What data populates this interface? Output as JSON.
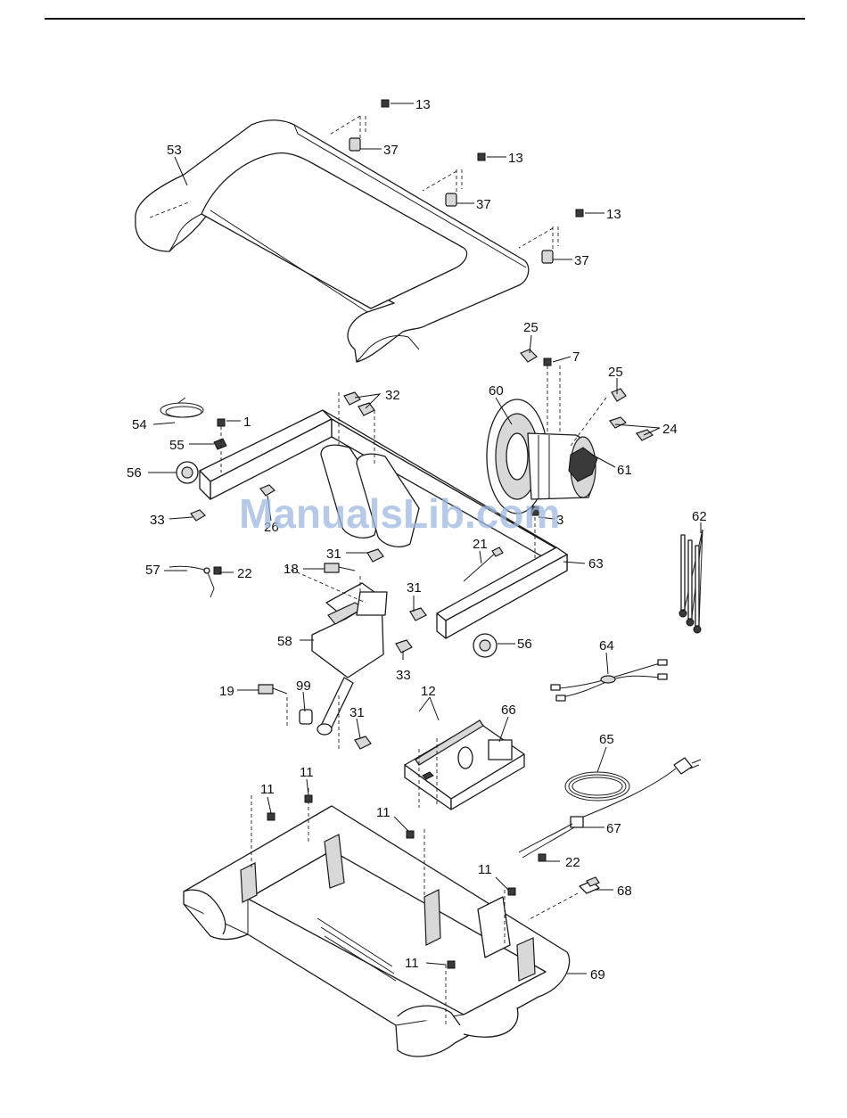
{
  "watermark": "ManualsLib.com",
  "callouts": [
    {
      "label": "13"
    },
    {
      "label": "37"
    },
    {
      "label": "13"
    },
    {
      "label": "37"
    },
    {
      "label": "13"
    },
    {
      "label": "37"
    },
    {
      "label": "53"
    },
    {
      "label": "25"
    },
    {
      "label": "7"
    },
    {
      "label": "25"
    },
    {
      "label": "60"
    },
    {
      "label": "24"
    },
    {
      "label": "61"
    },
    {
      "label": "32"
    },
    {
      "label": "1"
    },
    {
      "label": "54"
    },
    {
      "label": "55"
    },
    {
      "label": "56"
    },
    {
      "label": "33"
    },
    {
      "label": "26"
    },
    {
      "label": "3"
    },
    {
      "label": "62"
    },
    {
      "label": "21"
    },
    {
      "label": "63"
    },
    {
      "label": "31"
    },
    {
      "label": "57"
    },
    {
      "label": "22"
    },
    {
      "label": "18"
    },
    {
      "label": "31"
    },
    {
      "label": "58"
    },
    {
      "label": "56"
    },
    {
      "label": "33"
    },
    {
      "label": "64"
    },
    {
      "label": "19"
    },
    {
      "label": "99"
    },
    {
      "label": "31"
    },
    {
      "label": "12"
    },
    {
      "label": "66"
    },
    {
      "label": "65"
    },
    {
      "label": "11"
    },
    {
      "label": "11"
    },
    {
      "label": "11"
    },
    {
      "label": "67"
    },
    {
      "label": "22"
    },
    {
      "label": "11"
    },
    {
      "label": "68"
    },
    {
      "label": "11"
    },
    {
      "label": "69"
    }
  ]
}
